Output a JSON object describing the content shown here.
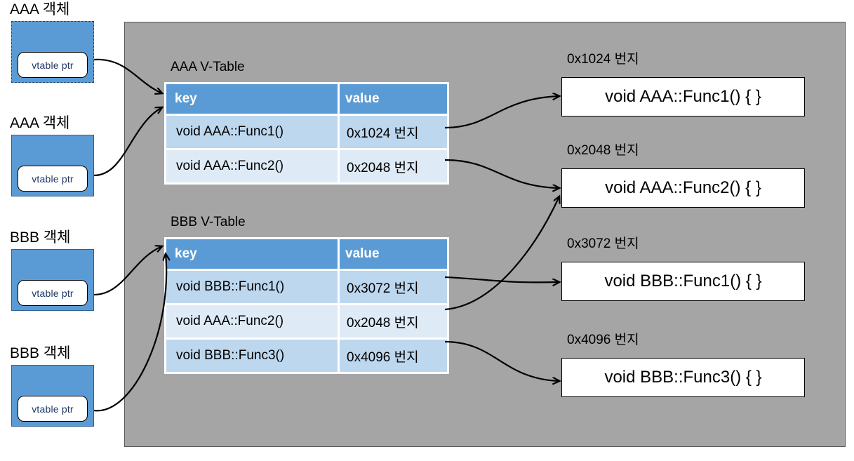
{
  "panel": {
    "name": "memory-region",
    "bg": "#a5a5a5",
    "border": "#595959"
  },
  "colors": {
    "object_fill": "#5b9bd5",
    "table_header": "#5b9bd5",
    "table_row_dark": "#bdd7ee",
    "table_row_light": "#deeaf6",
    "panel_gray": "#a5a5a5",
    "vptr_text": "#1f3864"
  },
  "objects": [
    {
      "title": "AAA 객체",
      "vptr_label": "vtable ptr",
      "border_style": "dashed"
    },
    {
      "title": "AAA 객체",
      "vptr_label": "vtable ptr",
      "border_style": "solid"
    },
    {
      "title": "BBB 객체",
      "vptr_label": "vtable ptr",
      "border_style": "solid"
    },
    {
      "title": "BBB 객체",
      "vptr_label": "vtable ptr",
      "border_style": "solid"
    }
  ],
  "vtables": [
    {
      "caption": "AAA V-Table",
      "headers": {
        "key": "key",
        "value": "value"
      },
      "rows": [
        {
          "key": "void AAA::Func1()",
          "value": "0x1024 번지"
        },
        {
          "key": "void AAA::Func2()",
          "value": "0x2048 번지"
        }
      ]
    },
    {
      "caption": "BBB V-Table",
      "headers": {
        "key": "key",
        "value": "value"
      },
      "rows": [
        {
          "key": "void BBB::Func1()",
          "value": "0x3072 번지"
        },
        {
          "key": "void AAA::Func2()",
          "value": "0x2048 번지"
        },
        {
          "key": "void BBB::Func3()",
          "value": "0x4096 번지"
        }
      ]
    }
  ],
  "functions": [
    {
      "address": "0x1024 번지",
      "signature": "void AAA::Func1() { }"
    },
    {
      "address": "0x2048 번지",
      "signature": "void AAA::Func2() { }"
    },
    {
      "address": "0x3072 번지",
      "signature": "void BBB::Func1() { }"
    },
    {
      "address": "0x4096 번지",
      "signature": "void BBB::Func3() { }"
    }
  ]
}
